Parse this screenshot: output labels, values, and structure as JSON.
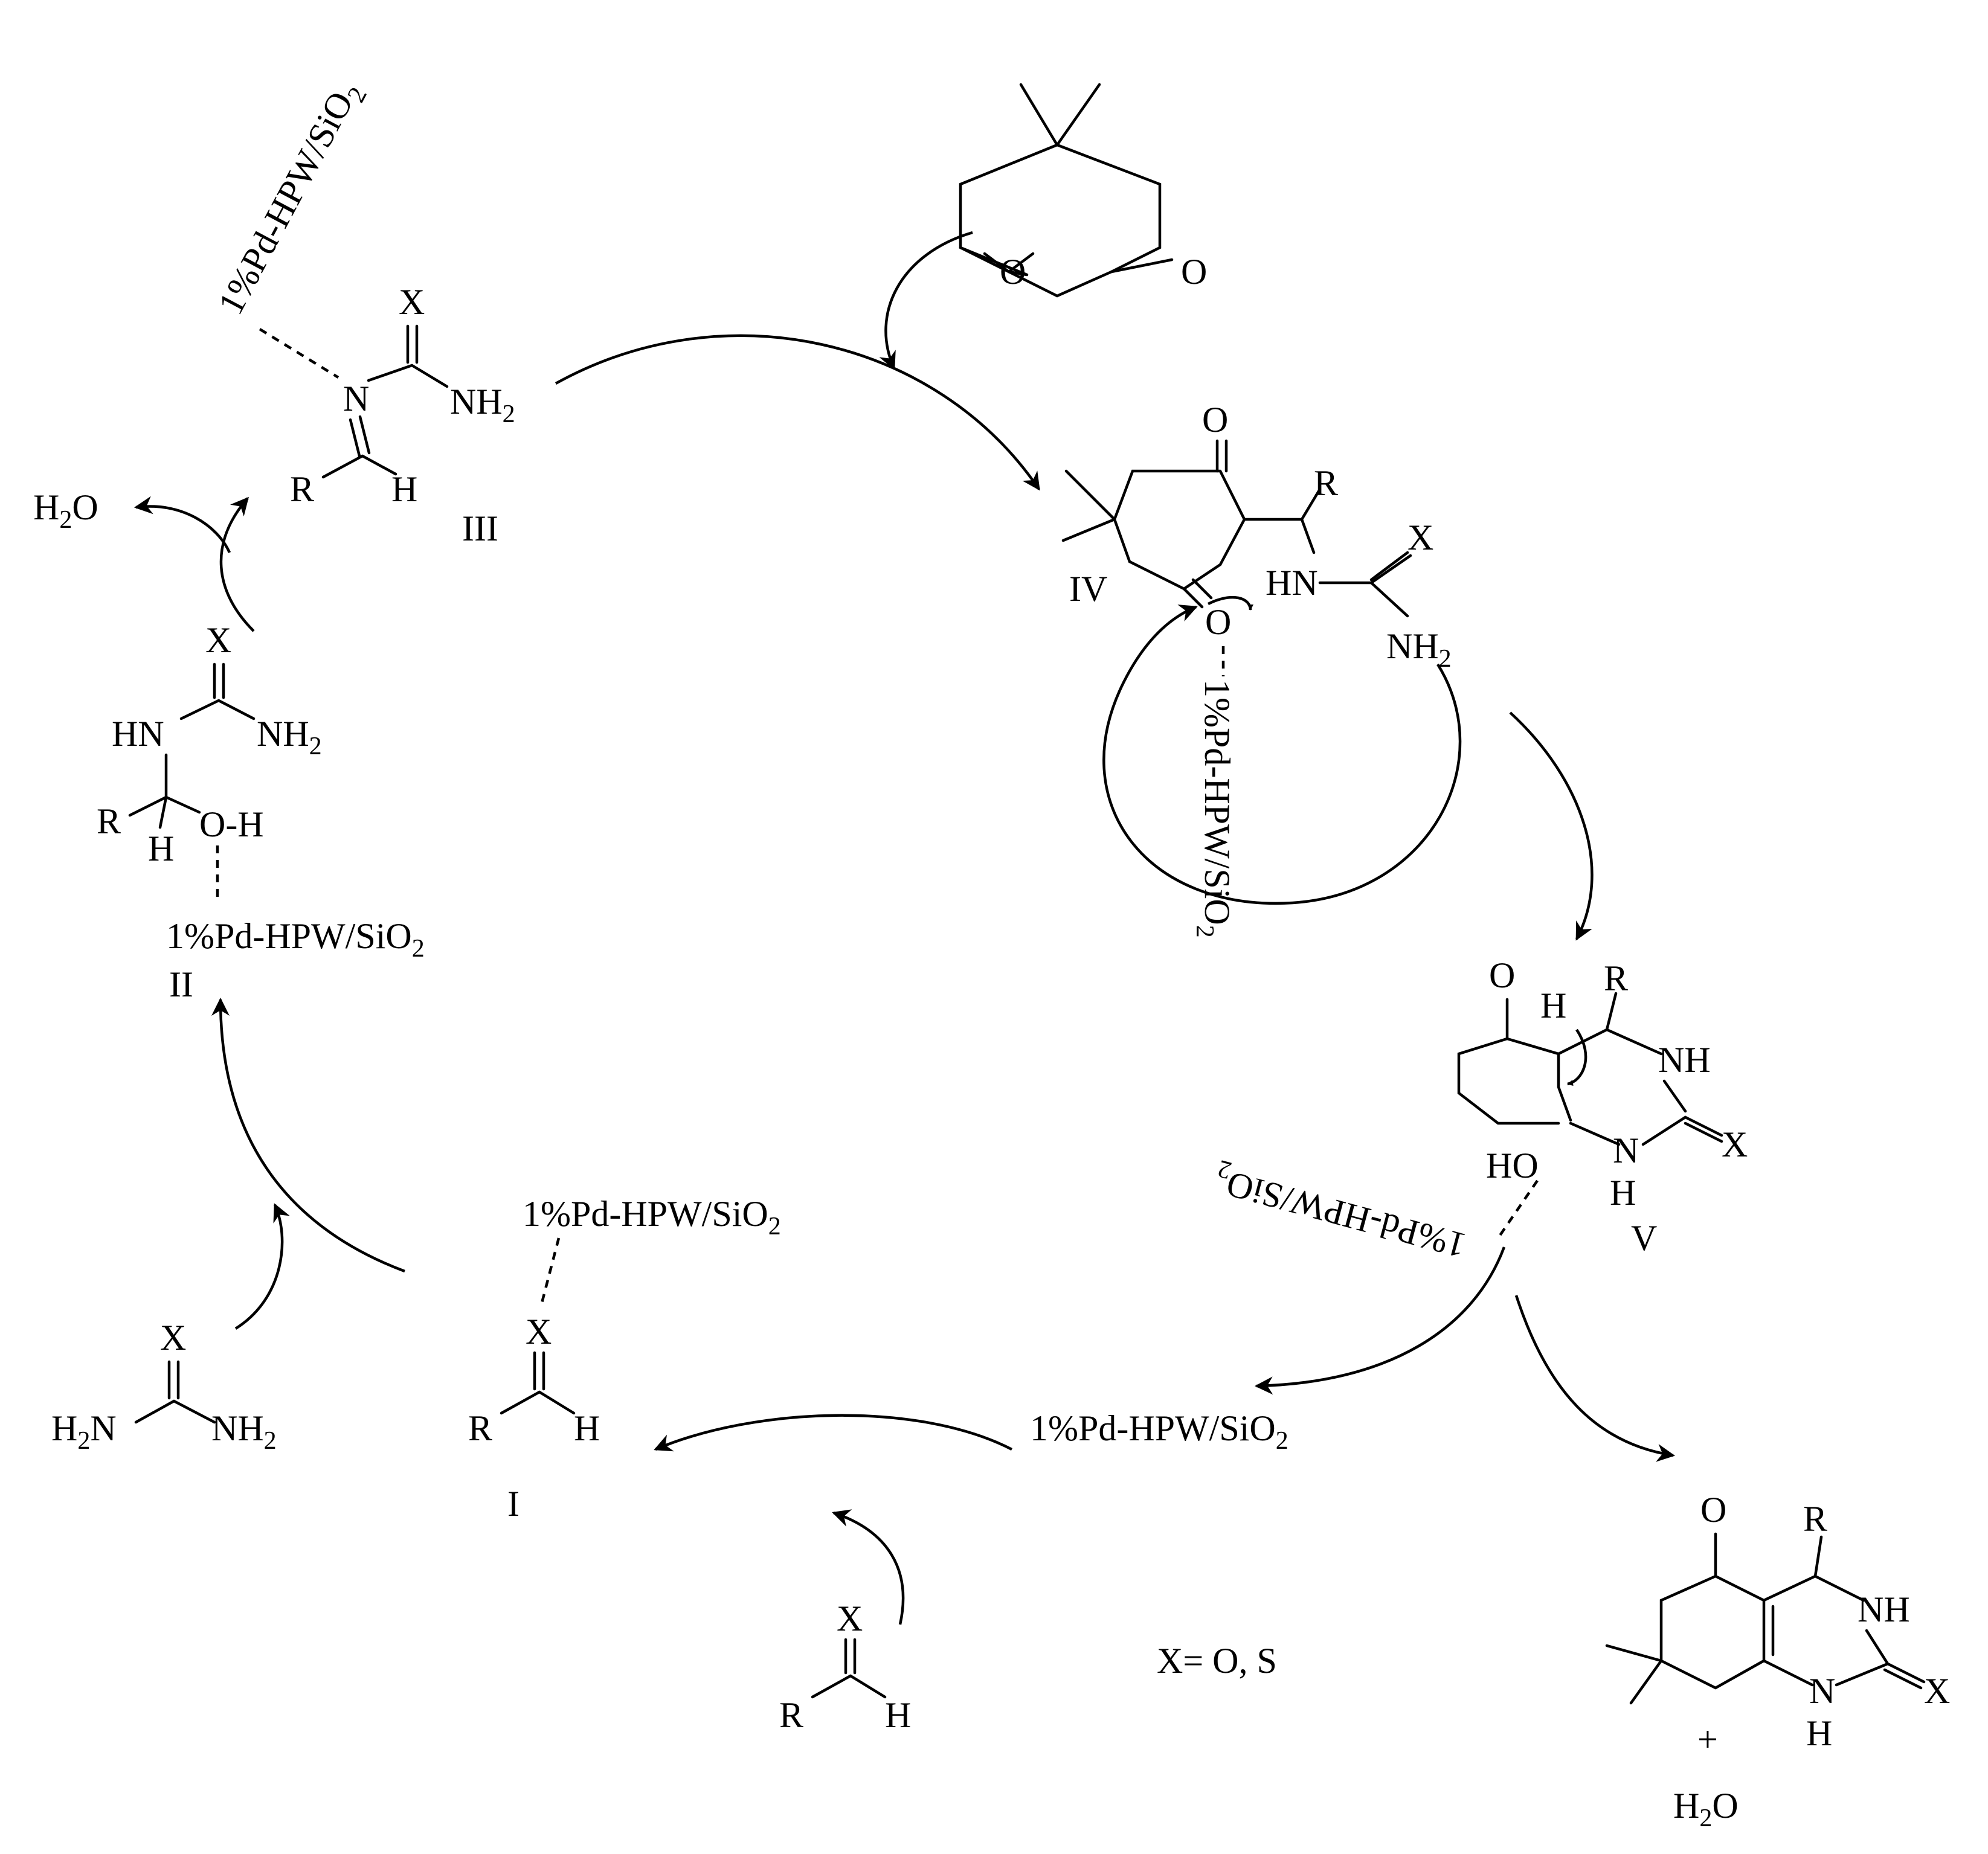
{
  "catalyst": "1%Pd-HPW/SiO",
  "catalyst_sub": "2",
  "water": {
    "pre": "H",
    "sub": "2",
    "post": "O"
  },
  "atoms": {
    "X": "X",
    "O": "O",
    "N": "N",
    "H": "H",
    "R": "R",
    "HN": "HN",
    "NH": "NH",
    "NH2": "NH",
    "H2N": "H",
    "H2N_post": "N",
    "two": "2",
    "HO": "HO",
    "OH": "O-H"
  },
  "labels": {
    "I": "I",
    "II": "II",
    "III": "III",
    "IV": "IV",
    "V": "V"
  },
  "plus": "+",
  "legend": "X= O, S"
}
